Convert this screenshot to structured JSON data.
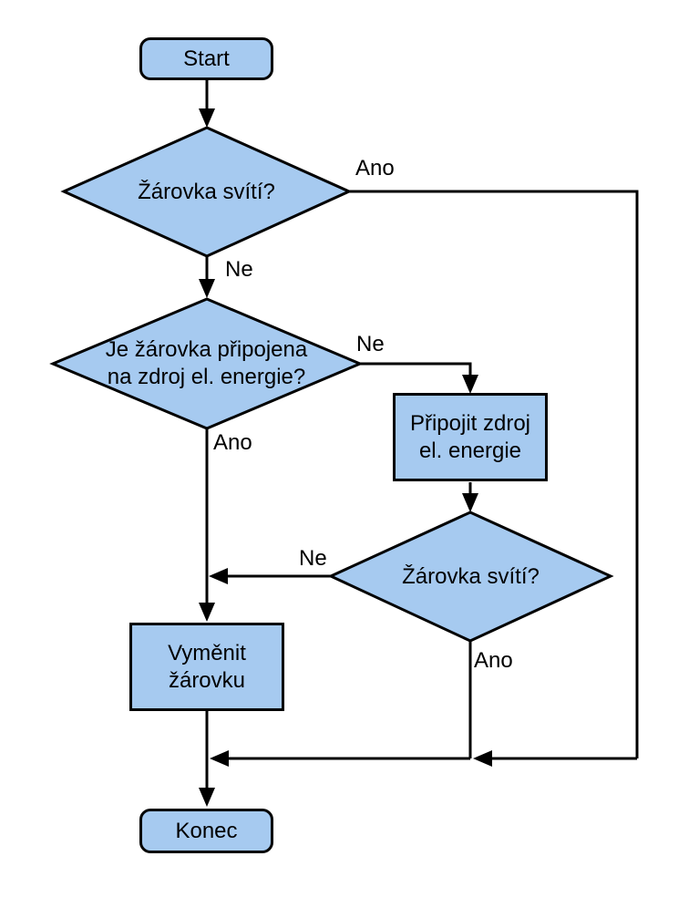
{
  "diagram": {
    "type": "flowchart",
    "colors": {
      "node_fill": "#A6CAF0",
      "node_stroke": "#000000",
      "connector": "#000000",
      "background": "#FFFFFF",
      "text": "#000000"
    },
    "nodes": {
      "start": {
        "type": "terminator",
        "label": "Start"
      },
      "decision1": {
        "type": "decision",
        "label": "Žárovka svítí?"
      },
      "decision2": {
        "type": "decision",
        "line1": "Je žárovka připojena",
        "line2": "na zdroj el. energie?"
      },
      "process1": {
        "type": "process",
        "line1": "Připojit zdroj",
        "line2": "el. energie"
      },
      "decision3": {
        "type": "decision",
        "label": "Žárovka svítí?"
      },
      "process2": {
        "type": "process",
        "line1": "Vyměnit",
        "line2": "žárovku"
      },
      "end": {
        "type": "terminator",
        "label": "Konec"
      }
    },
    "edge_labels": {
      "decision1_yes": "Ano",
      "decision1_no": "Ne",
      "decision2_no": "Ne",
      "decision2_yes": "Ano",
      "decision3_no": "Ne",
      "decision3_yes": "Ano"
    }
  }
}
